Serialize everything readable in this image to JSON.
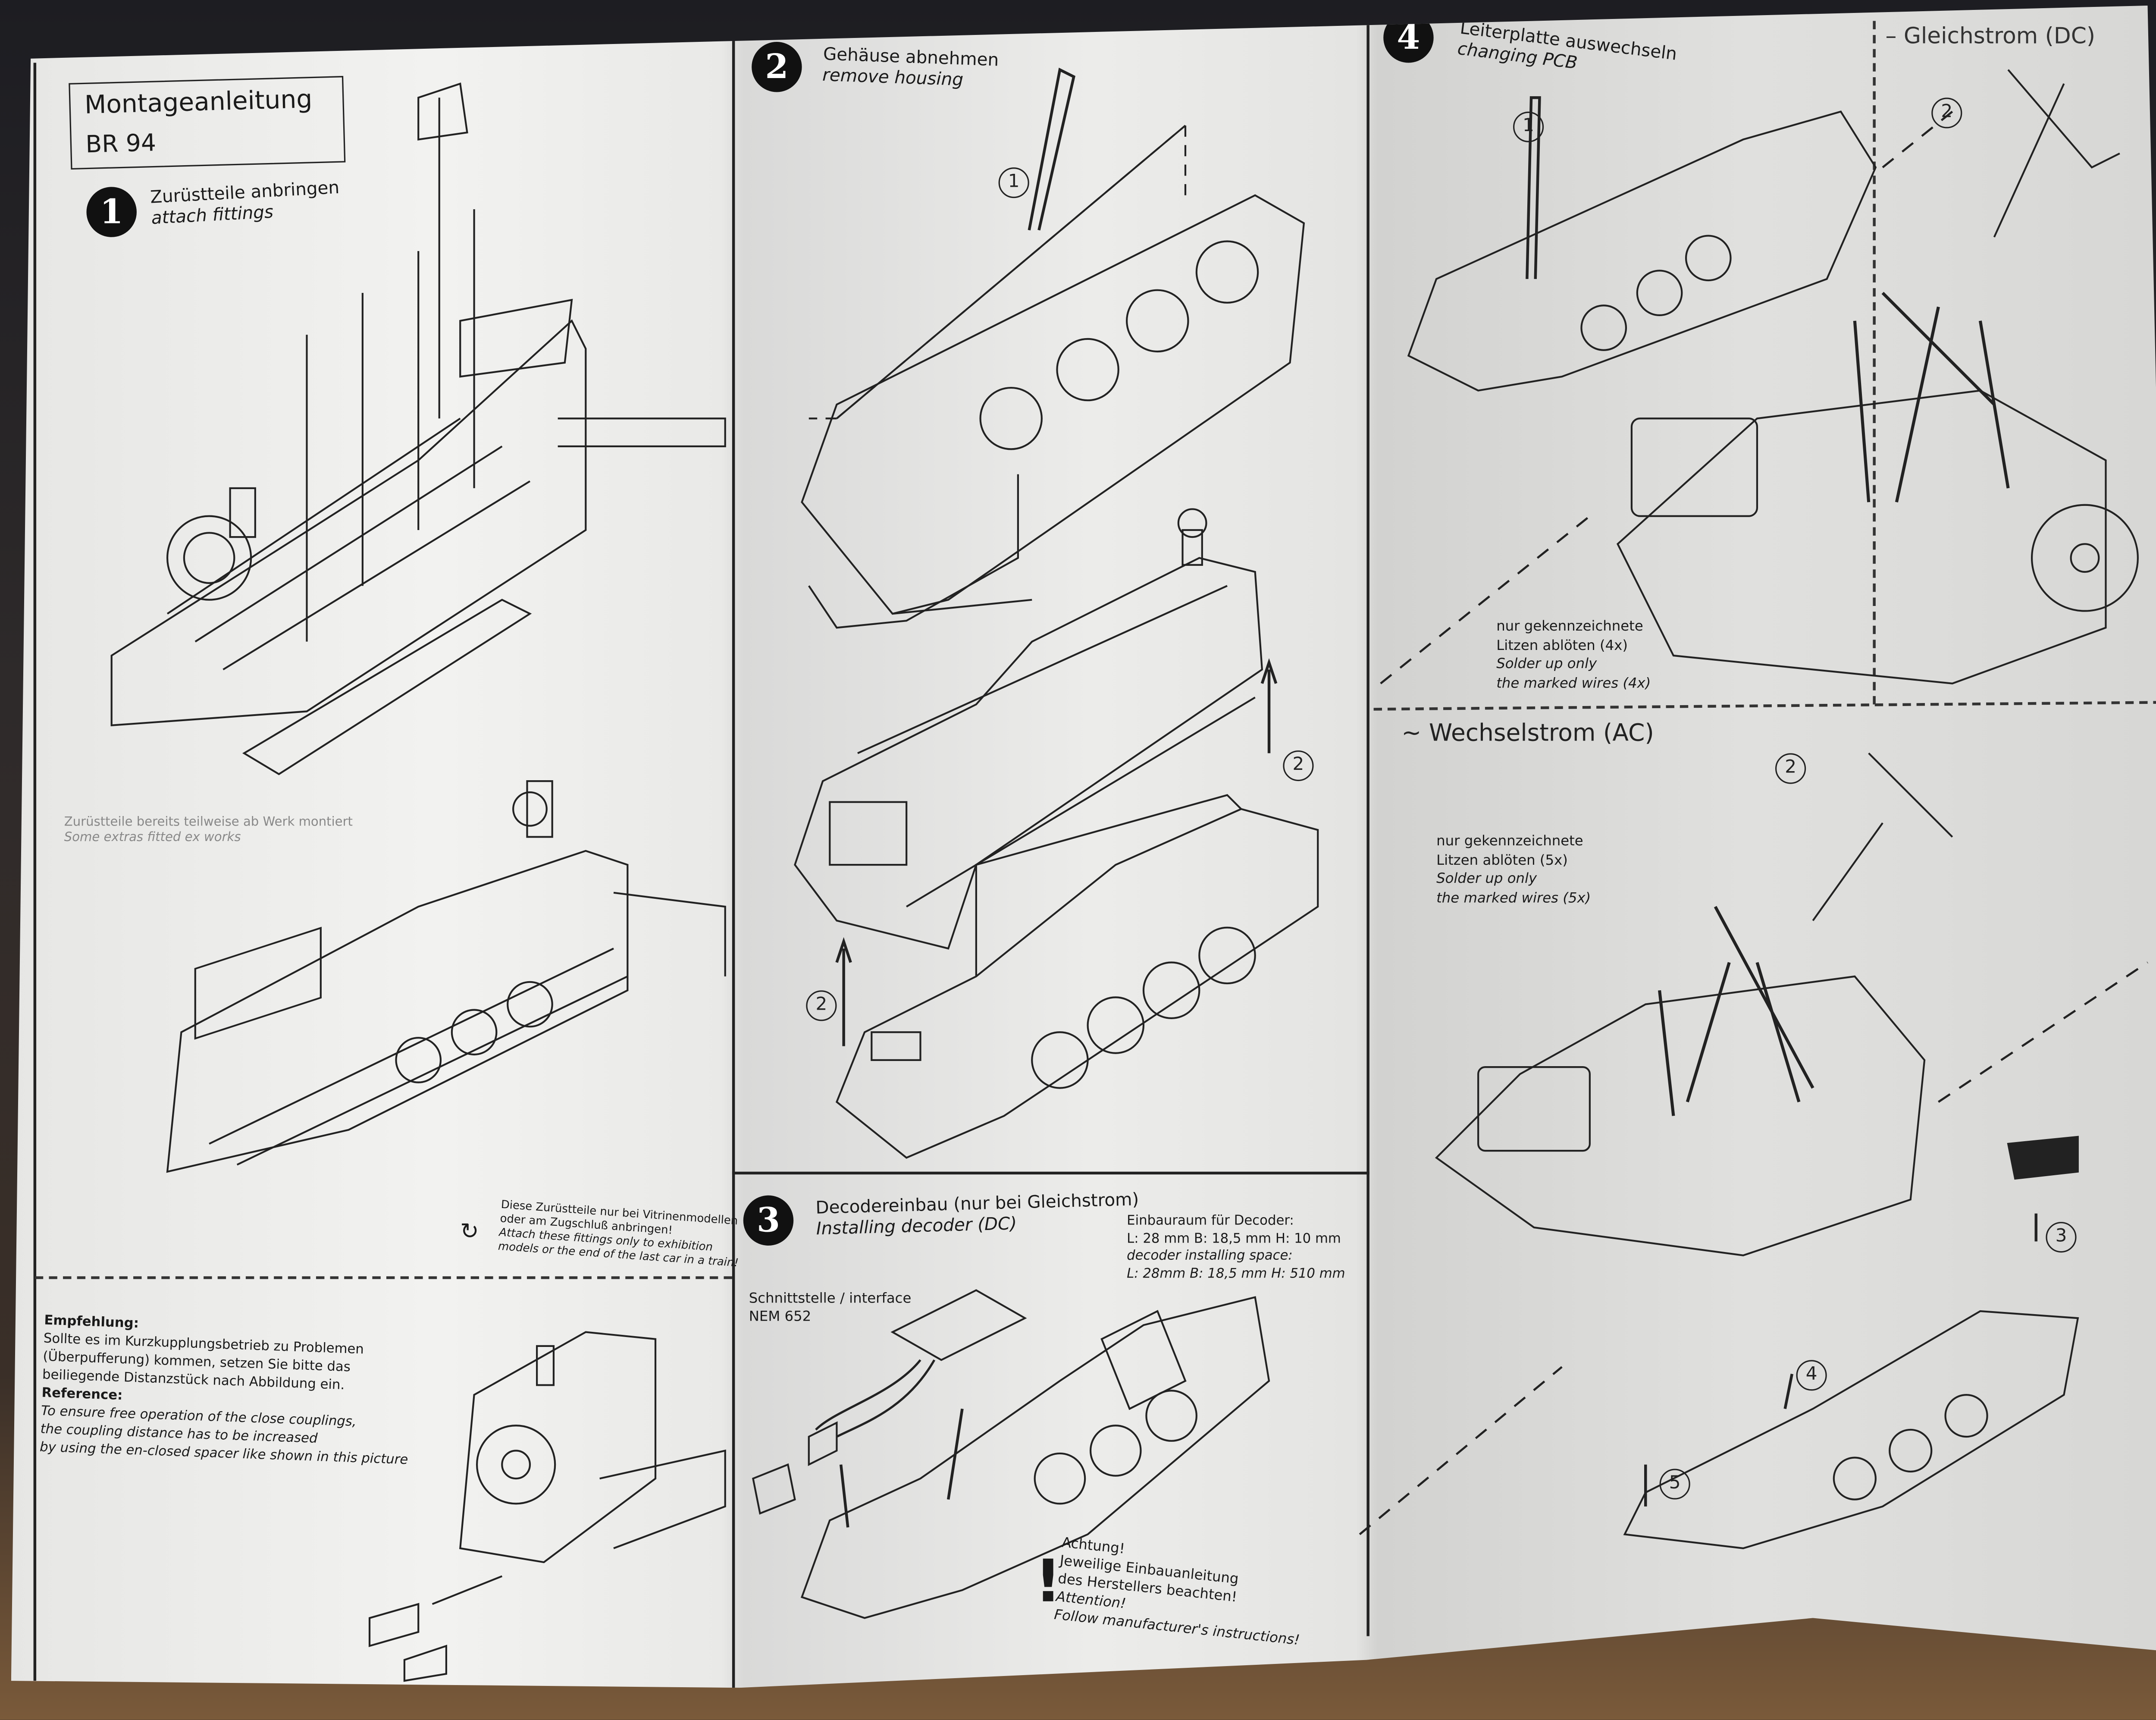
{
  "header": {
    "title": "Montageanleitung",
    "model": "BR 94"
  },
  "steps": [
    {
      "number": "1",
      "de": "Zurüstteile anbringen",
      "en": "attach fittings"
    },
    {
      "number": "2",
      "de": "Gehäuse abnehmen",
      "en": "remove housing"
    },
    {
      "number": "3",
      "de": "Decodereinbau (nur bei Gleichstrom)",
      "en": "Installing decoder (DC)"
    },
    {
      "number": "4",
      "de": "Leiterplatte auswechseln",
      "en": "changing PCB"
    }
  ],
  "step1_notes": {
    "factory_de": "Zurüstteile bereits teilweise ab Werk montiert",
    "factory_en": "Some extras fitted ex works",
    "exhibition": [
      "Diese Zurüstteile nur bei Vitrinenmodellen",
      "oder am Zugschluß anbringen!",
      "Attach these fittings only to exhibition",
      "models or the end of the last car in a train!"
    ]
  },
  "recommendation": {
    "heading_de": "Empfehlung:",
    "text_de": [
      "Sollte es im Kurzkupplungsbetrieb zu Problemen",
      "(Überpufferung) kommen, setzen Sie bitte das",
      "beiliegende Distanzstück nach Abbildung ein."
    ],
    "heading_en": "Reference:",
    "text_en": [
      "To ensure free operation of the close couplings,",
      "the coupling distance has to be increased",
      "by using the en-closed spacer like shown in this picture"
    ]
  },
  "step3": {
    "space_de": "Einbauraum für Decoder:",
    "space_de_dims": "L: 28 mm  B: 18,5 mm H: 10 mm",
    "space_en": "decoder installing space:",
    "space_en_dims": "L: 28mm B: 18,5 mm H: 510 mm",
    "interface": "Schnittstelle / interface",
    "interface_std": "NEM 652",
    "warning": [
      "Achtung!",
      "Jeweilige Einbauanleitung",
      "des Herstellers beachten!",
      "Attention!",
      "Follow manufacturer's instructions!"
    ],
    "warning_icon": "!"
  },
  "dc": {
    "title": "– Gleichstrom (DC)",
    "note": [
      "nur gekennzeichnete",
      "Litzen ablöten (4x)",
      "Solder up only",
      "the marked wires (4x)"
    ]
  },
  "ac": {
    "title": "~ Wechselstrom (AC)",
    "note": [
      "nur gekennzeichnete",
      "Litzen ablöten (5x)",
      "Solder up only",
      "the marked wires (5x)"
    ]
  },
  "callouts": {
    "c1": "1",
    "c2": "2",
    "c3": "3",
    "c4": "4",
    "c5": "5"
  }
}
